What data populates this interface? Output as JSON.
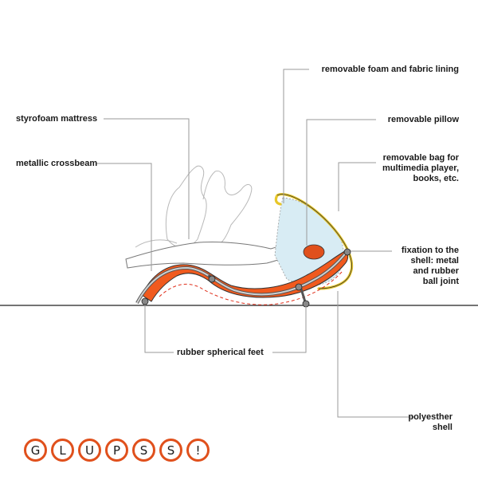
{
  "labels": {
    "lining": "removable foam and fabric lining",
    "pillow": "removable pillow",
    "bag": "removable bag for\nmultimedia player,\nbooks, etc.",
    "mattress": "styrofoam mattress",
    "crossbeam": "metallic crossbeam",
    "fixation": "fixation to the\nshell: metal\nand rubber\nball joint",
    "feet": "rubber spherical feet",
    "shell": "polyesther\nshell"
  },
  "logo": {
    "letters": [
      "G",
      "L",
      "U",
      "P",
      "S",
      "S",
      "!"
    ]
  },
  "colors": {
    "mattress": "#f05a1e",
    "shell_rim": "#e8c72a",
    "leader": "#9a9a9a",
    "pillow": "#e0501c",
    "logo_ring": "#e0501c"
  }
}
